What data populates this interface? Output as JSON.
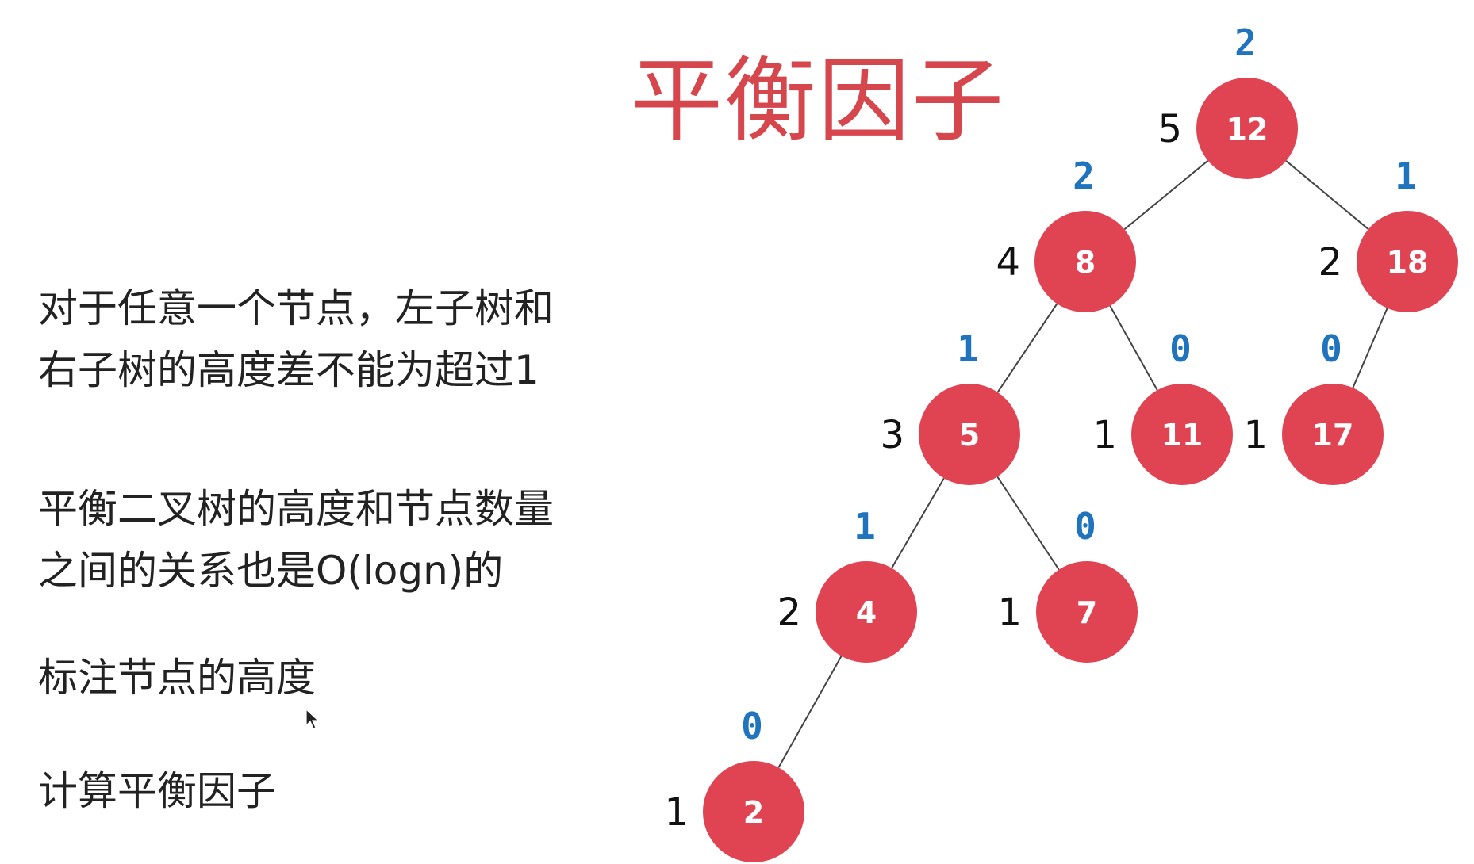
{
  "title": "平衡因子",
  "description": {
    "lines_1": [
      "对于任意一个节点，左子树和",
      "右子树的高度差不能为超过1"
    ],
    "lines_2": [
      "平衡二叉树的高度和节点数量",
      "之间的关系也是O(logn)的"
    ],
    "line_3": "标注节点的高度",
    "line_4": "计算平衡因子"
  },
  "colors": {
    "title": "#d5474d",
    "node_fill": "#e04453",
    "node_text": "#ffffff",
    "height_label": "#111111",
    "balance_label": "#1f74bd",
    "edge": "#444444"
  },
  "tree": {
    "nodes": [
      {
        "id": "12",
        "value": "12",
        "height": "5",
        "balance": "2"
      },
      {
        "id": "8",
        "value": "8",
        "height": "4",
        "balance": "2"
      },
      {
        "id": "18",
        "value": "18",
        "height": "2",
        "balance": "1"
      },
      {
        "id": "5",
        "value": "5",
        "height": "3",
        "balance": "1"
      },
      {
        "id": "11",
        "value": "11",
        "height": "1",
        "balance": "0"
      },
      {
        "id": "17",
        "value": "17",
        "height": "1",
        "balance": "0"
      },
      {
        "id": "4",
        "value": "4",
        "height": "2",
        "balance": "1"
      },
      {
        "id": "7",
        "value": "7",
        "height": "1",
        "balance": "0"
      },
      {
        "id": "2",
        "value": "2",
        "height": "1",
        "balance": "0"
      }
    ],
    "edges": [
      [
        "12",
        "8"
      ],
      [
        "12",
        "18"
      ],
      [
        "8",
        "5"
      ],
      [
        "8",
        "11"
      ],
      [
        "18",
        "17"
      ],
      [
        "5",
        "4"
      ],
      [
        "5",
        "7"
      ],
      [
        "4",
        "2"
      ]
    ]
  },
  "cursor_icon": "mouse-pointer-icon"
}
